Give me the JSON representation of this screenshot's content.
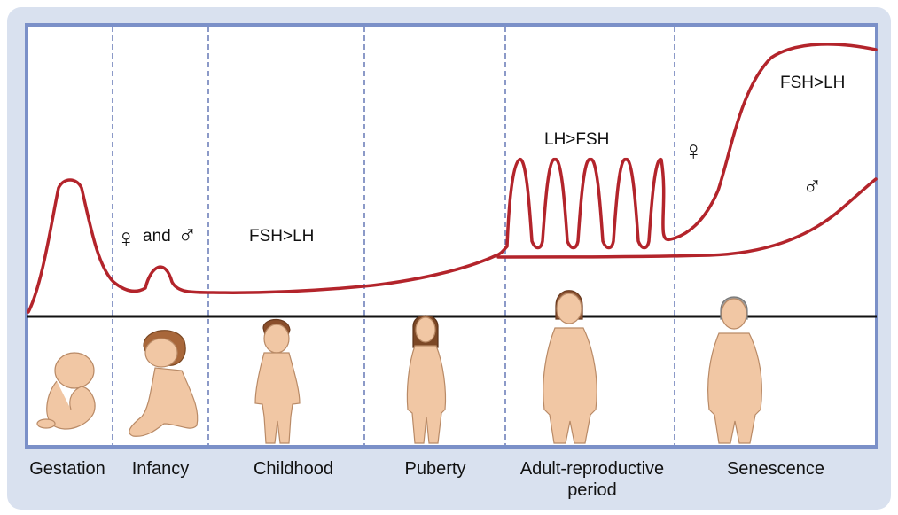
{
  "stages": [
    {
      "label": "Gestation",
      "label2": ""
    },
    {
      "label": "Infancy",
      "label2": ""
    },
    {
      "label": "Childhood",
      "label2": ""
    },
    {
      "label": "Puberty",
      "label2": ""
    },
    {
      "label": "Adult-reproductive",
      "label2": "period"
    },
    {
      "label": "Senescence",
      "label2": ""
    }
  ],
  "annotations": {
    "both_sexes_female_symbol": "♀",
    "both_sexes_and": "and",
    "both_sexes_male_symbol": "♂",
    "childhood_ratio": "FSH>LH",
    "adult_ratio": "LH>FSH",
    "senescence_female_symbol": "♀",
    "senescence_male_symbol": "♂",
    "senescence_ratio": "FSH>LH"
  },
  "colors": {
    "background": "#d9e1ef",
    "panel_border": "#7b90c8",
    "curve": "#b3242b",
    "baseline": "#111111",
    "divider": "#5b6fb0",
    "skin": "#f1c7a4"
  },
  "figures": [
    {
      "name": "fetus-figure",
      "stage": "Gestation"
    },
    {
      "name": "infant-figure",
      "stage": "Infancy"
    },
    {
      "name": "child-figure",
      "stage": "Childhood"
    },
    {
      "name": "pubertal-figure",
      "stage": "Puberty"
    },
    {
      "name": "adult-woman-figure",
      "stage": "Adult-reproductive period"
    },
    {
      "name": "elderly-woman-figure",
      "stage": "Senescence"
    }
  ]
}
